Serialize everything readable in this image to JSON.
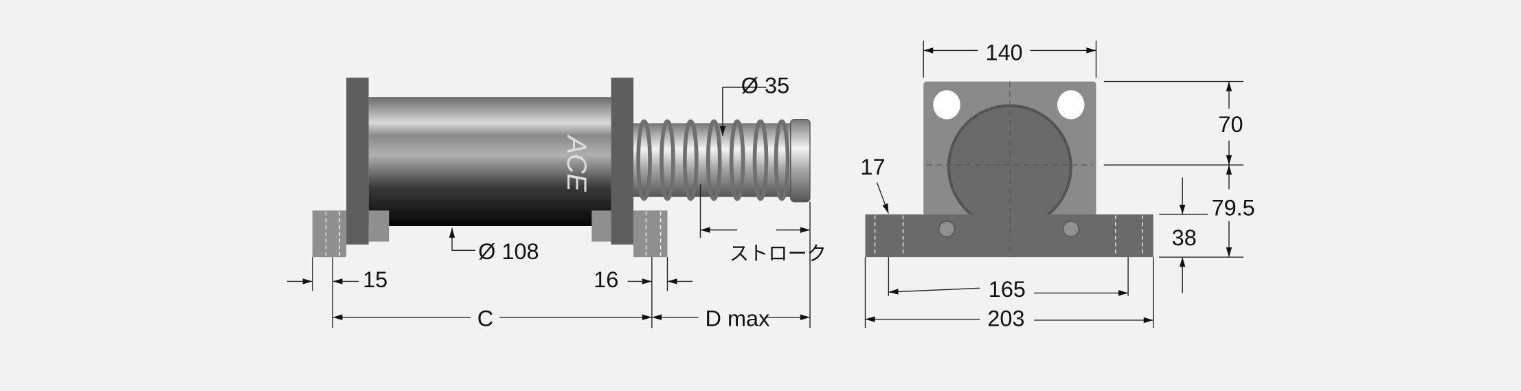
{
  "side_view": {
    "logo": "ACE",
    "labels": {
      "rod_diameter": "Ø 35",
      "body_diameter": "Ø 108",
      "stroke": "ストローク",
      "left_foot": "15",
      "right_foot": "16",
      "length_c": "C",
      "length_d": "D max"
    }
  },
  "front_view": {
    "labels": {
      "plate_width": "140",
      "upper_height": "70",
      "center_height": "79.5",
      "base_height": "38",
      "hole_pitch": "165",
      "base_width": "203",
      "hole_diameter": "17"
    }
  },
  "colors": {
    "background": "#f1f2f1",
    "flange": "#5e5e5e",
    "foot": "#8f8f8f",
    "plate": "#8a8a8a",
    "base": "#6a6a6a"
  }
}
